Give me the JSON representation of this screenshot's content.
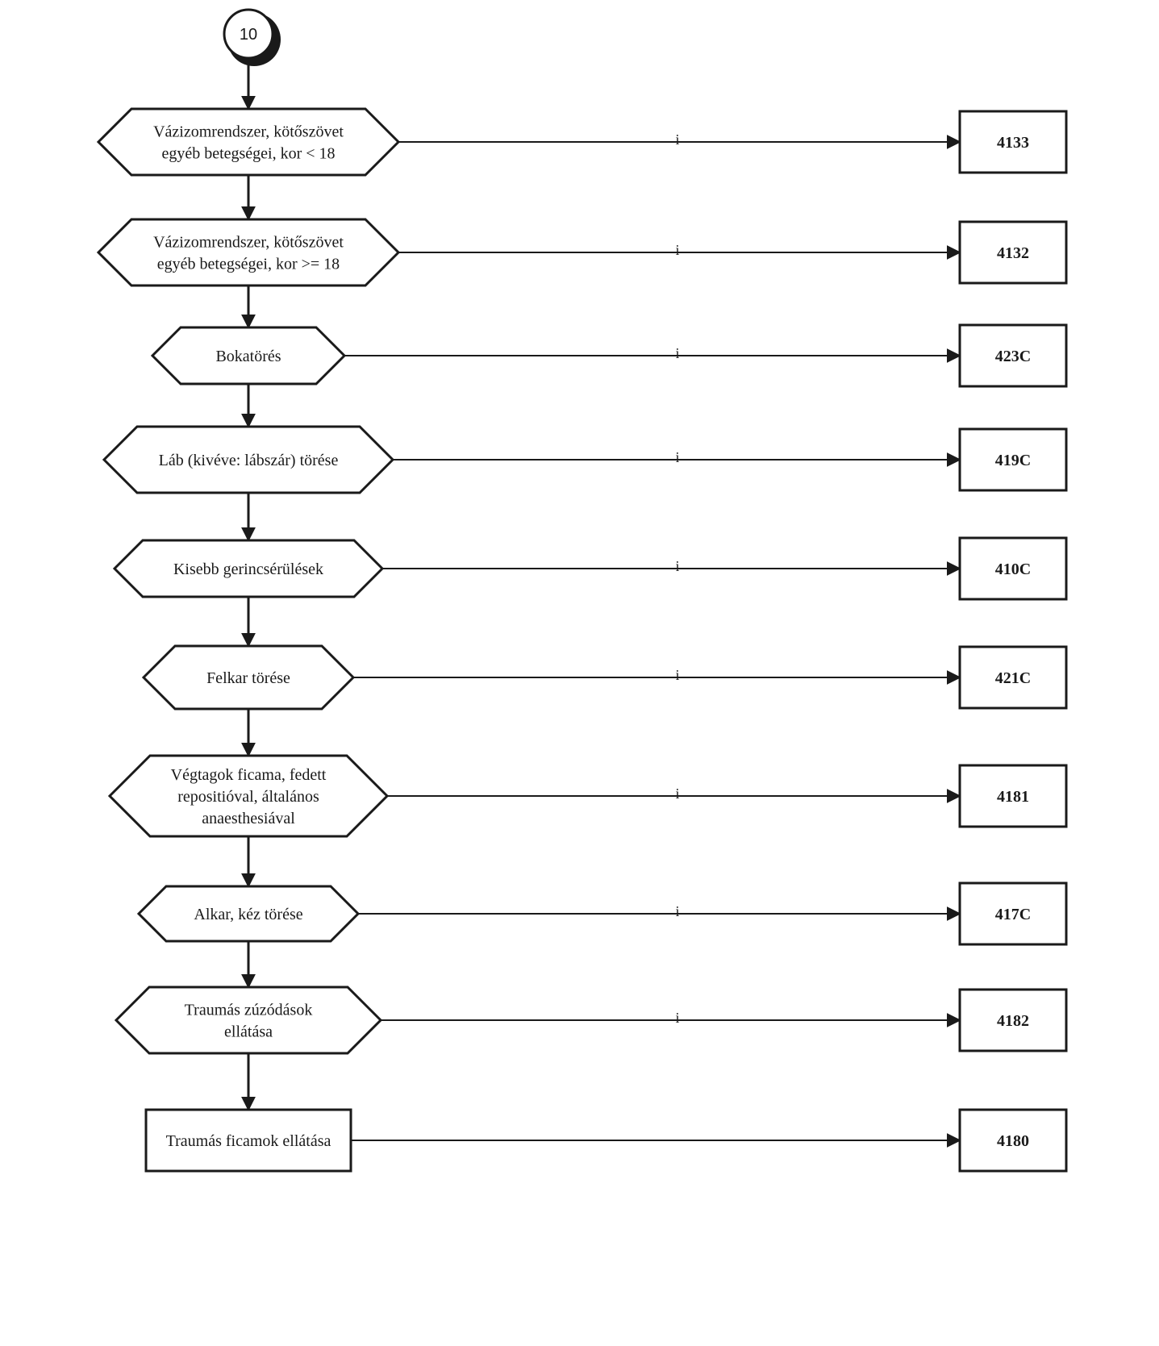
{
  "start": {
    "label": "10"
  },
  "rows": [
    {
      "shape": "hexagon",
      "lines": [
        "Vázizomrendszer, kötőszövet",
        "egyéb betegségei, kor < 18"
      ],
      "branch": "i",
      "code": "4133"
    },
    {
      "shape": "hexagon",
      "lines": [
        "Vázizomrendszer, kötőszövet",
        "egyéb betegségei, kor >= 18"
      ],
      "branch": "i",
      "code": "4132"
    },
    {
      "shape": "hexagon",
      "lines": [
        "Bokatörés"
      ],
      "branch": "i",
      "code": "423C"
    },
    {
      "shape": "hexagon",
      "lines": [
        "Láb (kivéve: lábszár)  törése"
      ],
      "branch": "i",
      "code": "419C"
    },
    {
      "shape": "hexagon",
      "lines": [
        "Kisebb gerincsérülések"
      ],
      "branch": "i",
      "code": "410C"
    },
    {
      "shape": "hexagon",
      "lines": [
        "Felkar törése"
      ],
      "branch": "i",
      "code": "421C"
    },
    {
      "shape": "hexagon",
      "lines": [
        "Végtagok ficama, fedett",
        "repositióval, általános",
        "anaesthesiával"
      ],
      "branch": "i",
      "code": "4181"
    },
    {
      "shape": "hexagon",
      "lines": [
        "Alkar, kéz törése"
      ],
      "branch": "i",
      "code": "417C"
    },
    {
      "shape": "hexagon",
      "lines": [
        "Traumás zúzódások",
        "ellátása"
      ],
      "branch": "i",
      "code": "4182"
    },
    {
      "shape": "rect",
      "lines": [
        "Traumás ficamok ellátása"
      ],
      "branch": "",
      "code": "4180"
    }
  ]
}
